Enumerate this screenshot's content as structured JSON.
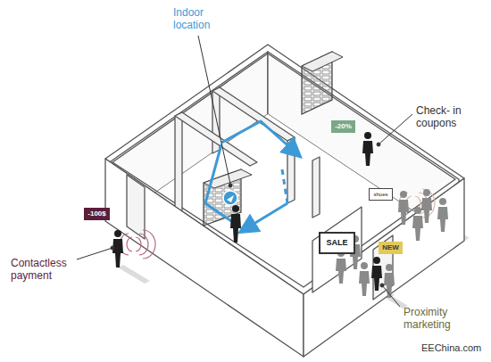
{
  "diagram": {
    "nodes": [
      {
        "text": [
          "-100$"
        ]
      },
      {
        "text": [
          "-20%"
        ]
      },
      {
        "text": [
          "shoes"
        ]
      },
      {
        "text": [
          "SALE"
        ]
      },
      {
        "text": [
          "NEW"
        ]
      }
    ],
    "labels": [
      "Indoor location",
      "Check- in coupons",
      "Contactless payment",
      "Proximity marketing",
      "EEChina.com"
    ]
  }
}
